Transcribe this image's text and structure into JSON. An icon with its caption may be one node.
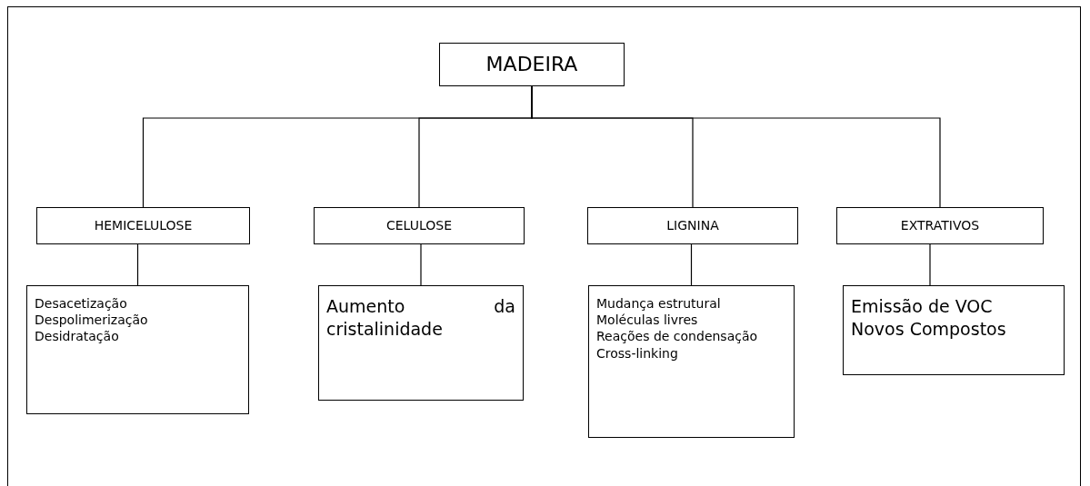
{
  "diagram": {
    "nodes": [
      {
        "text": [
          "MADEIRA"
        ]
      },
      {
        "text": [
          "HEMICELULOSE"
        ]
      },
      {
        "text": [
          "CELULOSE"
        ]
      },
      {
        "text": [
          "LIGNINA"
        ]
      },
      {
        "text": [
          "EXTRATIVOS"
        ]
      },
      {
        "text": [
          "Desacetização",
          "Despolimerização",
          "Desidratação"
        ]
      },
      {
        "text": [
          "Aumento da cristalinidade"
        ]
      },
      {
        "text": [
          "Mudança estrutural",
          "Moléculas livres",
          "Reações de condensação",
          "Cross-linking"
        ]
      },
      {
        "text": [
          "Emissão de VOC",
          "Novos Compostos"
        ]
      }
    ],
    "edges": [
      {
        "from": 0,
        "to": 1,
        "arrow": "none"
      },
      {
        "from": 0,
        "to": 2,
        "arrow": "none"
      },
      {
        "from": 0,
        "to": 3,
        "arrow": "none"
      },
      {
        "from": 0,
        "to": 4,
        "arrow": "none"
      },
      {
        "from": 1,
        "to": 5,
        "arrow": "none"
      },
      {
        "from": 2,
        "to": 6,
        "arrow": "none"
      },
      {
        "from": 3,
        "to": 7,
        "arrow": "none"
      },
      {
        "from": 4,
        "to": 8,
        "arrow": "none"
      }
    ]
  }
}
